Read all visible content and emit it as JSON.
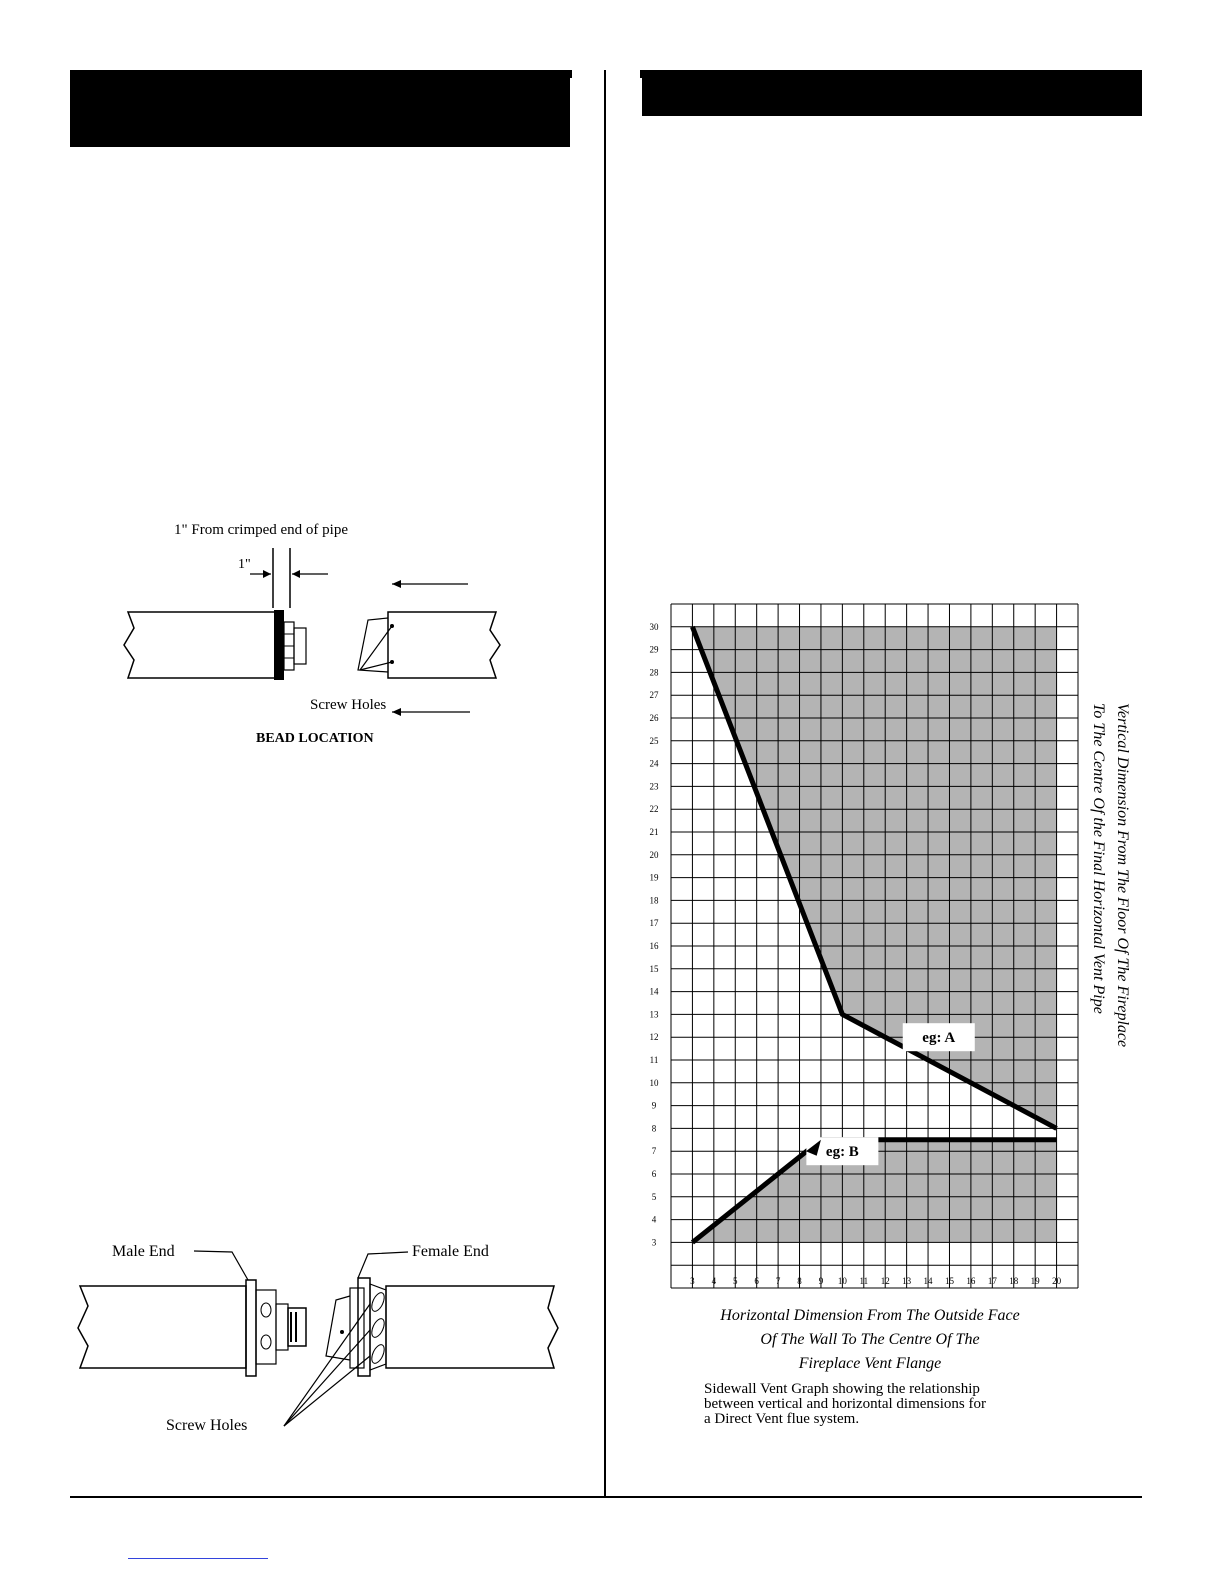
{
  "bead_diagram": {
    "dimension_note": "1\" From crimped end of pipe",
    "dimension_label": "1\"",
    "screw_holes_label": "Screw Holes",
    "caption": "BEAD LOCATION"
  },
  "pipe_diagram": {
    "male_end_label": "Male End",
    "female_end_label": "Female End",
    "screw_holes_label": "Screw Holes"
  },
  "vent_graph": {
    "vertical_title_line1": "Vertical Dimension From The Floor Of The Fireplace",
    "vertical_title_line2": "To The Centre Of the Final Horizontal Vent Pipe",
    "horizontal_title_lines": [
      "Horizontal Dimension From The Outside Face",
      "Of The Wall To The Centre Of The",
      "Fireplace Vent Flange"
    ],
    "caption_lines": [
      "Sidewall Vent Graph showing the relationship",
      "between vertical and horizontal dimensions for",
      "a Direct Vent flue system."
    ],
    "colors": {
      "shaded_area": "#b4b4b4",
      "grid": "#000000",
      "line": "#000000"
    }
  },
  "chart_data": {
    "type": "line",
    "x_ticks": [
      3,
      4,
      5,
      6,
      7,
      8,
      9,
      10,
      11,
      12,
      13,
      14,
      15,
      16,
      17,
      18,
      19,
      20
    ],
    "y_ticks": [
      3,
      4,
      5,
      6,
      7,
      8,
      9,
      10,
      11,
      12,
      13,
      14,
      15,
      16,
      17,
      18,
      19,
      20,
      21,
      22,
      23,
      24,
      25,
      26,
      27,
      28,
      29,
      30
    ],
    "xlim": [
      2,
      21
    ],
    "ylim": [
      1,
      31
    ],
    "grid": true,
    "shaded_region": [
      [
        3,
        30
      ],
      [
        20,
        30
      ],
      [
        20,
        3
      ],
      [
        9,
        3
      ],
      [
        9,
        7.5
      ],
      [
        3,
        3
      ],
      [
        10,
        13
      ]
    ],
    "series": [
      {
        "name": "eg: A",
        "points": [
          [
            3,
            30
          ],
          [
            10,
            13
          ],
          [
            20,
            8
          ]
        ]
      },
      {
        "name": "eg: B",
        "points": [
          [
            3,
            3
          ],
          [
            9,
            7.5
          ],
          [
            20,
            7.5
          ]
        ]
      }
    ]
  }
}
